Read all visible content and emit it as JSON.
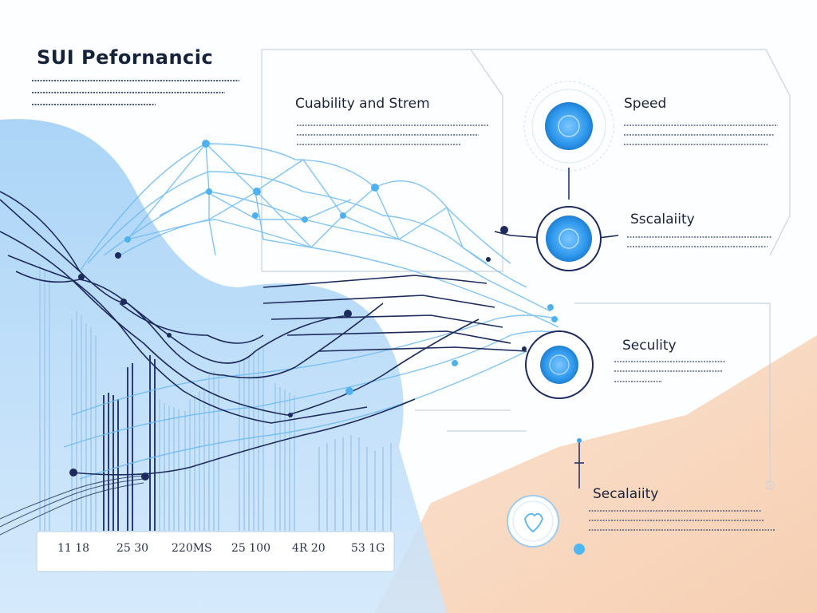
{
  "title": "SUI Pefornancic",
  "labels": {
    "center_heading": "Cuability and Strem",
    "speed": "Speed",
    "scalability_1": "Sscalaiity",
    "security": "Seculity",
    "scalability_2": "Secalaiity"
  },
  "axis_ticks": [
    "11 18",
    "25 30",
    "220MS",
    "25 100",
    "4R 20",
    "53 1G"
  ],
  "colors": {
    "accent_blue": "#3ea4ee",
    "light_blue": "#a9d3f7",
    "navy": "#1d2a5c",
    "peach": "#f8d9c1"
  },
  "icons": [
    "speed-node-icon",
    "scalability-node-icon",
    "security-node-icon",
    "shield-node-icon"
  ]
}
